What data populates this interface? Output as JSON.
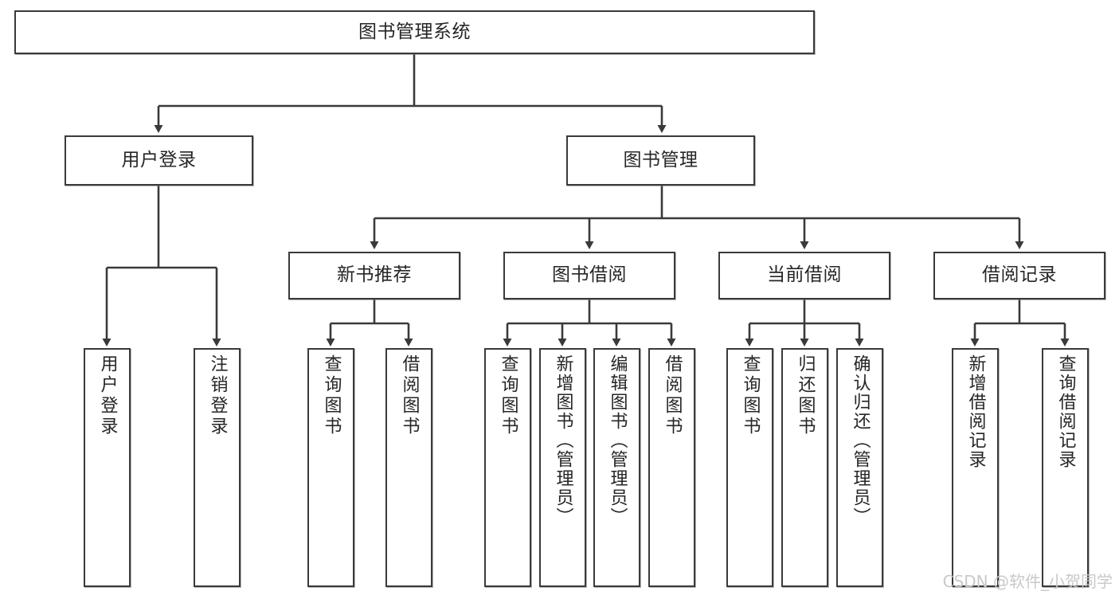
{
  "diagram": {
    "type": "tree",
    "title": "图书管理系统",
    "style": {
      "box_border_color": "#3a3a3a",
      "box_fill_color": "#ffffff",
      "connector_color": "#3a3a3a",
      "text_color": "#262626",
      "background_color": "#ffffff"
    },
    "root": {
      "id": "root",
      "label": "图书管理系统"
    },
    "level2": [
      {
        "id": "user-login",
        "label": "用户登录"
      },
      {
        "id": "book-manage",
        "label": "图书管理"
      }
    ],
    "level3": [
      {
        "id": "new-book-recommend",
        "label": "新书推荐"
      },
      {
        "id": "book-borrow",
        "label": "图书借阅"
      },
      {
        "id": "current-borrow",
        "label": "当前借阅"
      },
      {
        "id": "borrow-record",
        "label": "借阅记录"
      }
    ],
    "leaves": {
      "user_login": [
        {
          "id": "leaf-user-login",
          "label": "用户登录"
        },
        {
          "id": "leaf-logout-login",
          "label": "注销登录"
        }
      ],
      "new_book_recommend": [
        {
          "id": "leaf-query-book-1",
          "label": "查询图书"
        },
        {
          "id": "leaf-borrow-book-1",
          "label": "借阅图书"
        }
      ],
      "book_borrow": [
        {
          "id": "leaf-query-book-2",
          "label": "查询图书"
        },
        {
          "id": "leaf-add-book",
          "label": "新增图书（管理员）"
        },
        {
          "id": "leaf-edit-book",
          "label": "编辑图书（管理员）"
        },
        {
          "id": "leaf-borrow-book-2",
          "label": "借阅图书"
        }
      ],
      "current_borrow": [
        {
          "id": "leaf-query-book-3",
          "label": "查询图书"
        },
        {
          "id": "leaf-return-book",
          "label": "归还图书"
        },
        {
          "id": "leaf-confirm-return",
          "label": "确认归还（管理员）"
        }
      ],
      "borrow_record": [
        {
          "id": "leaf-add-record",
          "label": "新增借阅记录"
        },
        {
          "id": "leaf-query-record",
          "label": "查询借阅记录"
        }
      ]
    }
  },
  "watermark": {
    "text": "CSDN @软件_小贺同学"
  }
}
